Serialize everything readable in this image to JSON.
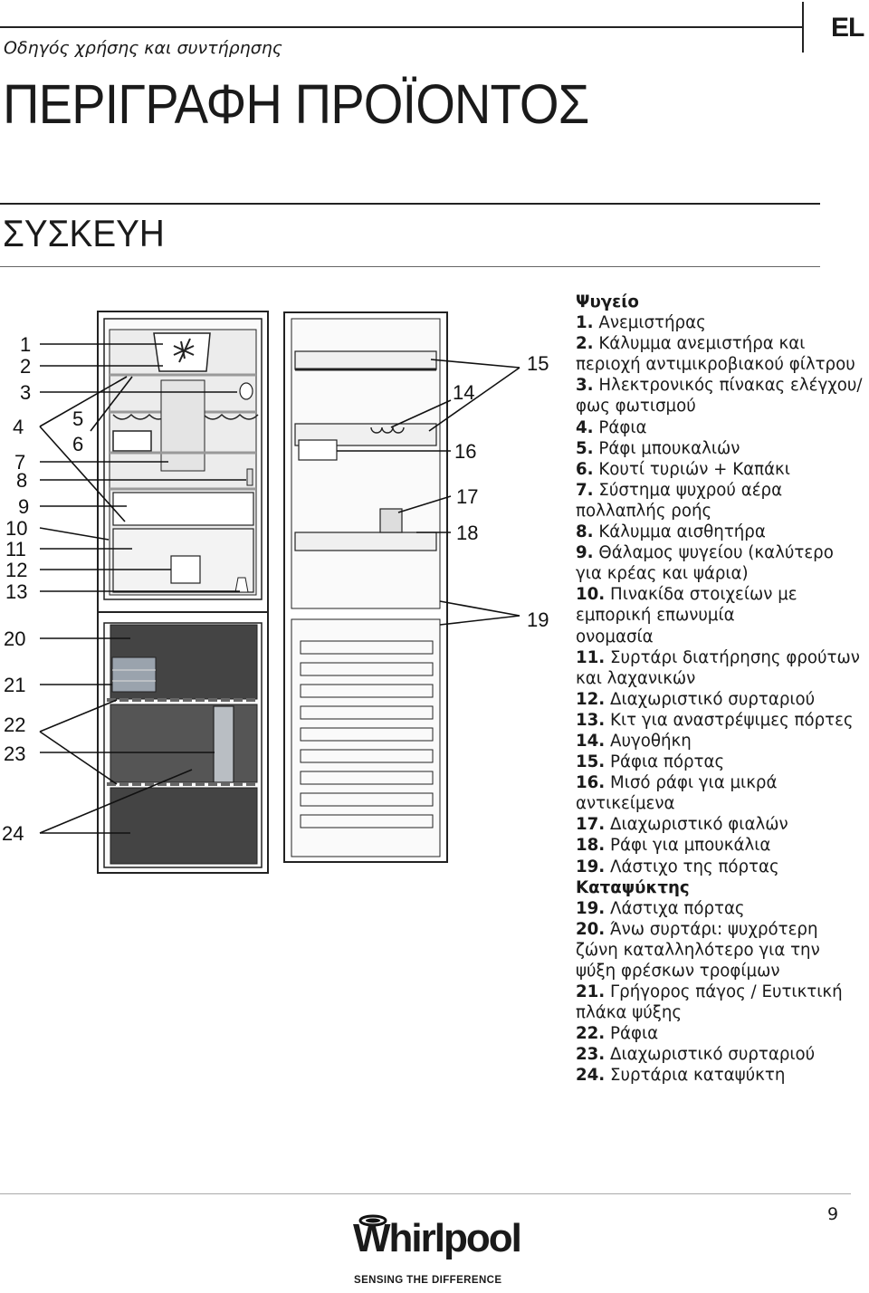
{
  "header": {
    "subtitle": "Οδηγός χρήσης και συντήρησης",
    "lang": "EL",
    "title": "ΠΕΡΙΓΡΑΦΗ ΠΡΟΪΟΝΤΟΣ",
    "section": "ΣΥΣΚΕΥΗ"
  },
  "diagram_labels": [
    "1",
    "2",
    "3",
    "4",
    "5",
    "6",
    "7",
    "8",
    "9",
    "10",
    "11",
    "12",
    "13",
    "14",
    "15",
    "16",
    "17",
    "18",
    "19",
    "20",
    "21",
    "22",
    "23",
    "24"
  ],
  "legend": {
    "fridge_heading": "Ψυγείο",
    "freezer_heading": "Καταψύκτης",
    "items": [
      {
        "num": "1.",
        "lines": [
          "Ανεμιστήρας"
        ]
      },
      {
        "num": "2.",
        "lines": [
          "Κάλυμμα ανεμιστήρα και",
          "περιοχή αντιμικροβιακού φίλτρου"
        ]
      },
      {
        "num": "3.",
        "lines": [
          "Ηλεκτρονικός πίνακας ελέγχου/",
          "φως φωτισμού"
        ]
      },
      {
        "num": "4.",
        "lines": [
          "Ράφια"
        ]
      },
      {
        "num": "5.",
        "lines": [
          "Ράφι μπουκαλιών"
        ]
      },
      {
        "num": "6.",
        "lines": [
          "Κουτί τυριών + Καπάκι"
        ]
      },
      {
        "num": "7.",
        "lines": [
          "Σύστημα ψυχρού αέρα",
          "πολλαπλής ροής"
        ]
      },
      {
        "num": "8.",
        "lines": [
          "Κάλυμμα αισθητήρα"
        ]
      },
      {
        "num": "9.",
        "lines": [
          "Θάλαμος ψυγείου (καλύτερο",
          "για κρέας και ψάρια)"
        ]
      },
      {
        "num": "10.",
        "lines": [
          "Πινακίδα στοιχείων με",
          "εμπορική επωνυμία",
          "ονομασία"
        ]
      },
      {
        "num": "11.",
        "lines": [
          "Συρτάρι διατήρησης φρούτων",
          "και λαχανικών"
        ]
      },
      {
        "num": "12.",
        "lines": [
          "Διαχωριστικό συρταριού"
        ]
      },
      {
        "num": "13.",
        "lines": [
          "Κιτ για αναστρέψιμες πόρτες"
        ]
      },
      {
        "num": "14.",
        "lines": [
          "Αυγοθήκη"
        ]
      },
      {
        "num": "15.",
        "lines": [
          "Ράφια πόρτας"
        ]
      },
      {
        "num": "16.",
        "lines": [
          "Μισό ράφι για μικρά",
          "αντικείμενα"
        ]
      },
      {
        "num": "17.",
        "lines": [
          "Διαχωριστικό φιαλών"
        ]
      },
      {
        "num": "18.",
        "lines": [
          "Ράφι για μπουκάλια"
        ]
      },
      {
        "num": "19.",
        "lines": [
          "Λάστιχο της πόρτας"
        ]
      }
    ],
    "freezer_items": [
      {
        "num": "19.",
        "lines": [
          "Λάστιχα πόρτας"
        ]
      },
      {
        "num": "20.",
        "lines": [
          "Άνω συρτάρι: ψυχρότερη",
          "ζώνη καταλληλότερο για την",
          "ψύξη φρέσκων τροφίμων"
        ]
      },
      {
        "num": "21.",
        "lines": [
          "Γρήγορος πάγος / Ευτικτική",
          "πλάκα ψύξης"
        ]
      },
      {
        "num": "22.",
        "lines": [
          "Ράφια"
        ]
      },
      {
        "num": "23.",
        "lines": [
          "Διαχωριστικό συρταριού"
        ]
      },
      {
        "num": "24.",
        "lines": [
          "Συρτάρια καταψύκτη"
        ]
      }
    ]
  },
  "footer": {
    "page_number": "9",
    "brand": "Whirlpool",
    "tagline": "SENSING THE DIFFERENCE"
  }
}
